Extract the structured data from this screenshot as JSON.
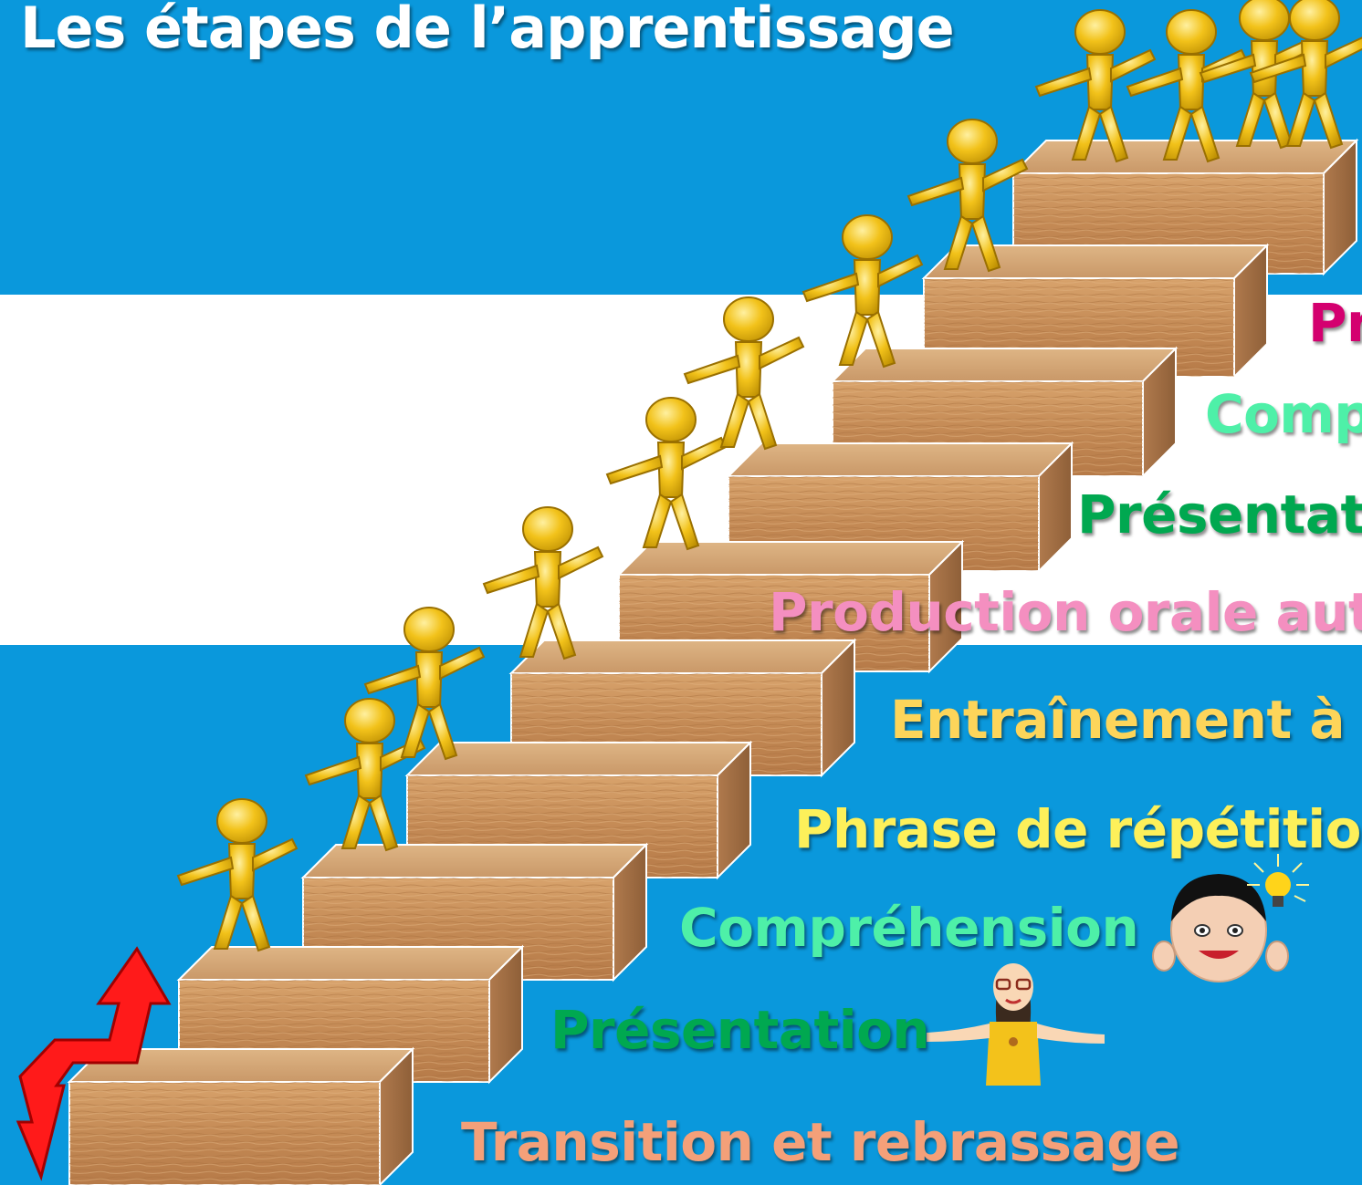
{
  "title": "Les étapes de l’apprentissage",
  "colors": {
    "background": "#0a98dc",
    "band": "#ffffff",
    "wood": "#c9915c",
    "figure": "#f0bf10",
    "arrow": "#ff0000"
  },
  "steps": [
    {
      "label": "Transition et rebrassage",
      "color": "#f4a079"
    },
    {
      "label": "Présentation",
      "color": "#00a850"
    },
    {
      "label": "Compréhension",
      "color": "#4ef0a8"
    },
    {
      "label": "Phrase de répétition",
      "color": "#fdf05a"
    },
    {
      "label": "Entraînement à",
      "color": "#fdd55a"
    },
    {
      "label": "Production orale aut",
      "color": "#f48fc0"
    },
    {
      "label": "Présentat",
      "color": "#00a850"
    },
    {
      "label": "Comp",
      "color": "#4ef0a8"
    },
    {
      "label": "Pr",
      "color": "#d4006f"
    }
  ],
  "icons": [
    "red-zigzag-arrow-icon",
    "stick-figure-icon",
    "teacher-icon",
    "smiling-child-icon",
    "light-bulb-icon"
  ]
}
